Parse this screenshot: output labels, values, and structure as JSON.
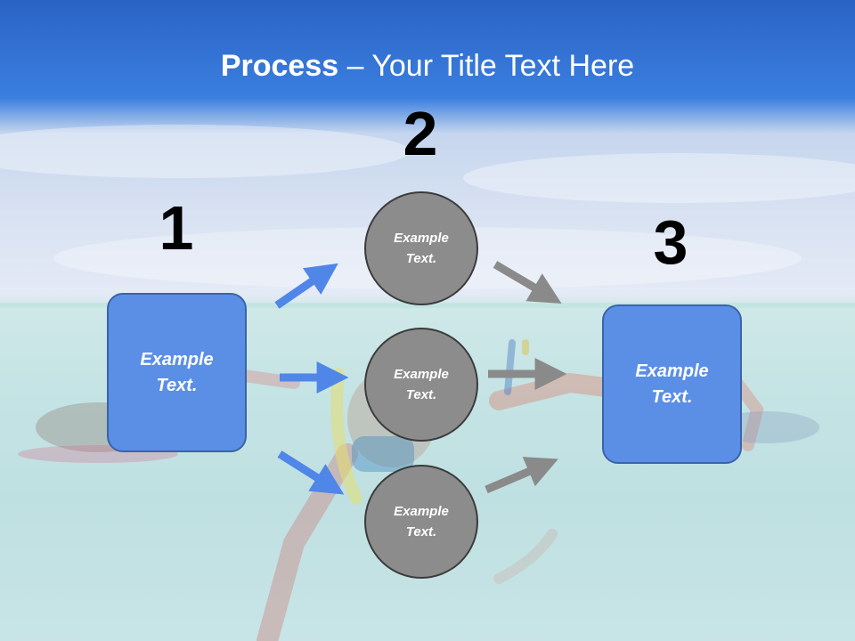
{
  "title": {
    "bold": "Process",
    "rest": " – Your Title Text Here"
  },
  "steps": {
    "one": "1",
    "two": "2",
    "three": "3"
  },
  "boxes": {
    "left": "Example Text.",
    "right": "Example Text."
  },
  "circles": {
    "top": "Example Text.",
    "middle": "Example Text.",
    "bottom": "Example Text."
  },
  "colors": {
    "box_fill": "#5b8fe6",
    "circle_fill": "#8c8c8c",
    "blue_arrow": "#4f86e8",
    "gray_arrow": "#8a8a8a",
    "header": "#2b63c4"
  }
}
